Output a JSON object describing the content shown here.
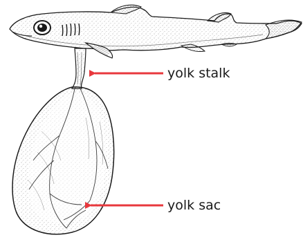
{
  "labels": {
    "yolk_stalk": "yolk stalk",
    "yolk_sac": "yolk sac"
  },
  "colors": {
    "arrow": "#e8383d",
    "ink": "#1a1a1a",
    "background": "#ffffff"
  },
  "illustration": {
    "subject": "shark embryo attached to yolk sac"
  }
}
